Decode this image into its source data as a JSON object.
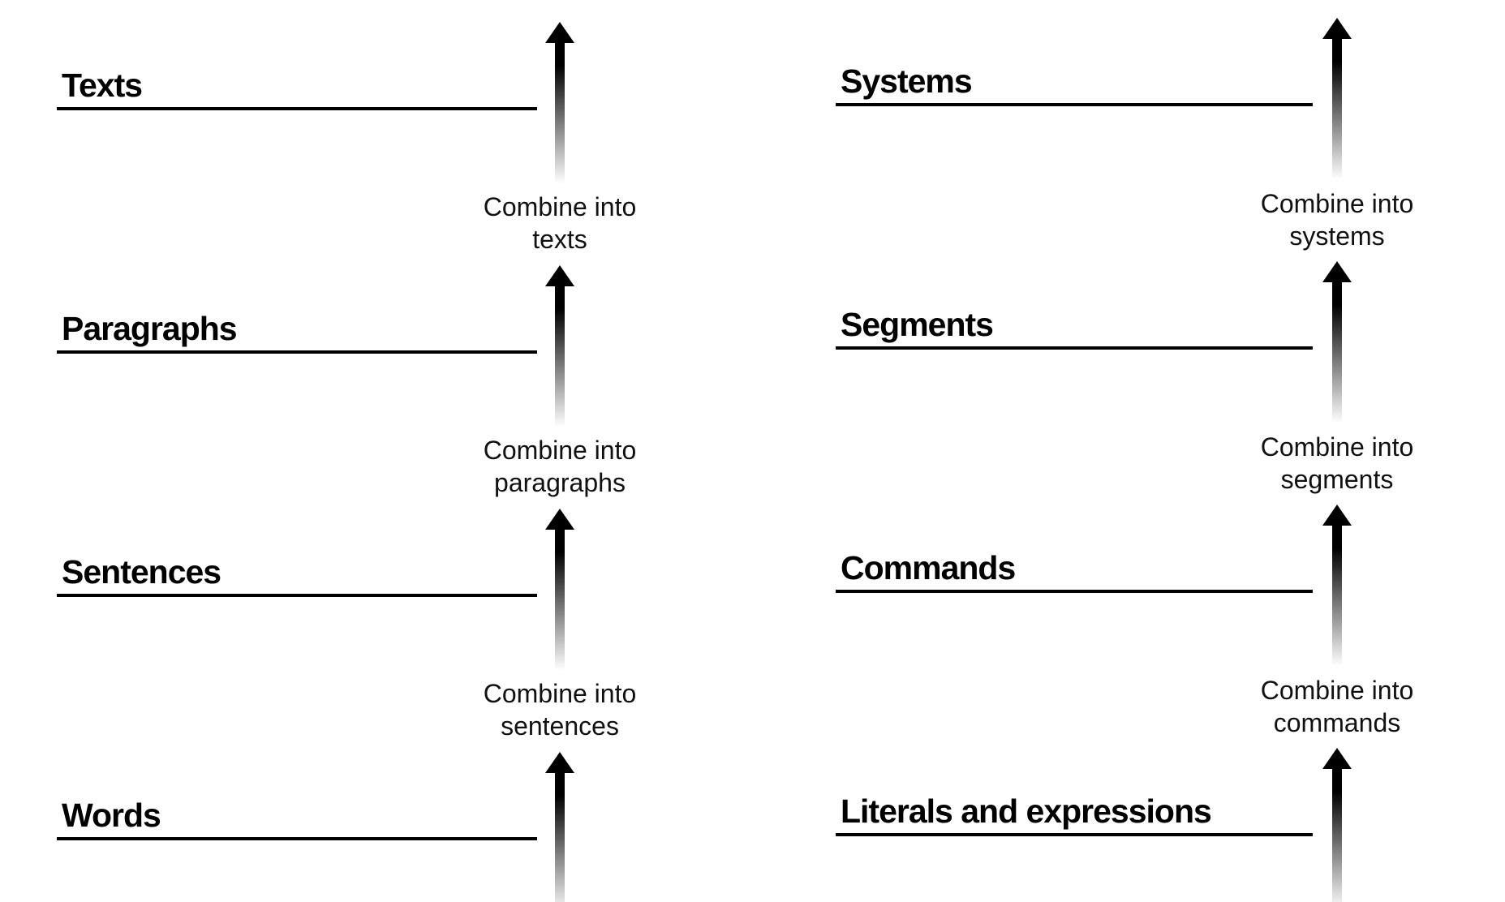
{
  "canvas": {
    "background": "#ffffff",
    "ink": "#000000",
    "label_ink": "#111111"
  },
  "diagram": {
    "left_column": {
      "levels": [
        {
          "title": "Texts"
        },
        {
          "title": "Paragraphs"
        },
        {
          "title": "Sentences"
        },
        {
          "title": "Words"
        }
      ],
      "transitions": [
        {
          "lines": [
            "Combine into",
            "texts"
          ]
        },
        {
          "lines": [
            "Combine into",
            "paragraphs"
          ]
        },
        {
          "lines": [
            "Combine into",
            "sentences"
          ]
        }
      ]
    },
    "right_column": {
      "levels": [
        {
          "title": "Systems"
        },
        {
          "title": "Segments"
        },
        {
          "title": "Commands"
        },
        {
          "title": "Literals and expressions"
        }
      ],
      "transitions": [
        {
          "lines": [
            "Combine into",
            "systems"
          ]
        },
        {
          "lines": [
            "Combine into",
            "segments"
          ]
        },
        {
          "lines": [
            "Combine into",
            "commands"
          ]
        }
      ]
    }
  }
}
